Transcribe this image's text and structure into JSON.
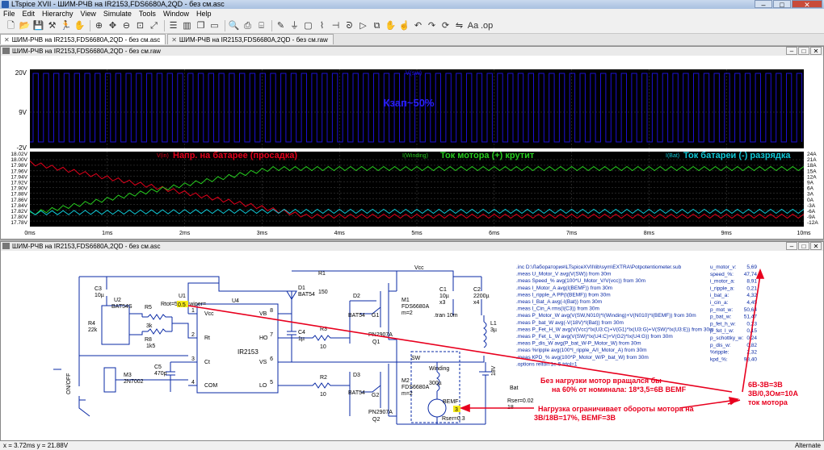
{
  "window": {
    "title": "LTspice XVII - ШИМ-РЧВ на IR2153,FDS6680A,2QD - без см.asc"
  },
  "menu": [
    "File",
    "Edit",
    "Hierarchy",
    "View",
    "Simulate",
    "Tools",
    "Window",
    "Help"
  ],
  "tabs": [
    {
      "label": "ШИМ-РЧВ на IR2153,FDS6680A,2QD - без см.asc",
      "active": true
    },
    {
      "label": "ШИМ-РЧВ на IR2153,FDS6680A,2QD - без см.raw",
      "active": false
    }
  ],
  "waveform": {
    "title": "ШИМ-РЧВ на IR2153,FDS6680A,2QD - без см.raw",
    "top_pane": {
      "trace": "V(sw)",
      "y_ticks": [
        "20V",
        "9V",
        "-2V"
      ],
      "annotation": "Кзап~50%"
    },
    "bottom_pane": {
      "trace_labels": [
        "V(in)",
        "I(Winding)",
        "I(Bat)"
      ],
      "annotations": [
        "Напр. на батарее (просадка)",
        "Ток мотора (+) крутит",
        "Ток батареи (-) разрядка"
      ],
      "y_left": [
        "18.02V",
        "18.00V",
        "17.98V",
        "17.96V",
        "17.94V",
        "17.92V",
        "17.90V",
        "17.88V",
        "17.86V",
        "17.84V",
        "17.82V",
        "17.80V",
        "17.78V"
      ],
      "y_right": [
        "24A",
        "21A",
        "18A",
        "15A",
        "12A",
        "9A",
        "6A",
        "3A",
        "0A",
        "-3A",
        "-6A",
        "-9A",
        "-12A"
      ],
      "x_ticks": [
        "0ms",
        "1ms",
        "2ms",
        "3ms",
        "4ms",
        "5ms",
        "6ms",
        "7ms",
        "8ms",
        "9ms",
        "10ms"
      ]
    }
  },
  "schematic": {
    "title": "ШИМ-РЧВ на IR2153,FDS6680A,2QD - без см.asc",
    "labels": {
      "u1": "U1",
      "rtot": "Rtot=500K wiper=",
      "wiper_val": "0.5",
      "u4": "U4",
      "ir2153": "IR2153",
      "pins_l": [
        "1",
        "2",
        "3",
        "4"
      ],
      "pins_l_name": [
        "Vcc",
        "Rt",
        "Ct",
        "COM"
      ],
      "pins_r": [
        "8",
        "7",
        "6",
        "5"
      ],
      "pins_r_name": [
        "VB",
        "HO",
        "VS",
        "LO"
      ],
      "c3": "C3",
      "c3v": "10µ",
      "u2": "U2",
      "u2v": "BAT54S",
      "r4": "R4",
      "r4v": "22k",
      "r5": "R5",
      "r5v": "3k",
      "r8": "R8",
      "r8v": "1k5",
      "c5": "C5",
      "c5v": "470p",
      "m3": "M3",
      "m3v": "2N7002",
      "onoff": "ON/OFF",
      "r1": "R1",
      "r1v": "150",
      "d1": "D1",
      "d1v": "BAT54",
      "c4": "C4",
      "c4v": "1µ",
      "r3": "R3",
      "r3v": "10",
      "r2": "R2",
      "r2v": "10",
      "d2": "D2",
      "d2v": "BAT54",
      "d3": "D3",
      "d3v": "BAT54",
      "g1": "G1",
      "g2": "G2",
      "q1": "PN2907A",
      "q1n": "Q1",
      "q2": "PN2907A",
      "q2n": "Q2",
      "m1": "M1",
      "m1v": "FDS6680A",
      "m1m": "m=2",
      "m2": "M2",
      "m2v": "FDS6680A",
      "m2m": "m=2",
      "vcc": "Vcc",
      "c1": "C1",
      "c1v": "10µ",
      "c1x": "x3",
      "c2": "C2",
      "c2v": "2200µ",
      "c2x": "x4",
      "tran": ".tran 10m",
      "l1": "L1",
      "l1v": "3µ",
      "sw": "SW",
      "winding": "Winding",
      "winding_v": "300µ",
      "bemf": "BEMF",
      "bemf_v": "3",
      "rser3": "Rser=0.3",
      "bat": "Bat",
      "bat_v": "18V",
      "rser2": "Rser=0.02",
      "eighteen": "18"
    },
    "directives": [
      ".inc D:\\Лаборатория\\LTspiceXVII\\lib\\sym\\EXTRA\\Potpotentiometer.sub",
      ".meas U_Motor_V avg(V(SW)) from 30m",
      ".meas Speed_% avg(100*U_Motor_V/V(vcc)) from 30m",
      ".meas I_Motor_A avg(I(BEMF)) from 30m",
      ".meas I_ripple_A PP(I(BEMF)) from 30m",
      ".meas I_Bat_A avg(-I(Bat)) from 30m",
      ".meas I_Cin_A rms(I(C3)) from 30m",
      ".meas P_Motor_W avg(V(SW,N010)*I(Winding)+V(N010)*I(BEMF)) from 30m",
      ".meas P_bat_W avg(-V(18V)*I(Bat)) from 30m",
      ".meas P_Fet_H_W avg(V(Vcc)*Ix(U3:C)+V(G1)*Ix(U3:G)+V(SW)*Ix(U3:E)) from 30m",
      ".meas P_Fet_L_W avg(V(SW)*Ix(U4:C)+V(G2)*Ix(U4:G)) from 30m",
      ".meas P_dis_W avg(P_bat_W-P_Motor_W) from 30m",
      ".meas %ripple avg(100*I_ripple_A/I_Motor_A) from 30m",
      ".meas КPD_% avg(100*P_Motor_W/P_bat_W) from 30m",
      ".options reltol=1e-5 trtol=1"
    ],
    "meas_results": [
      {
        "name": "u_motor_v:",
        "value": "5,69"
      },
      {
        "name": "speed_%:",
        "value": "47,74"
      },
      {
        "name": "i_motor_a:",
        "value": "8,91"
      },
      {
        "name": "i_ripple_a:",
        "value": "0,21"
      },
      {
        "name": "i_bat_a:",
        "value": "4,32"
      },
      {
        "name": "i_cin_a:",
        "value": "4,45"
      },
      {
        "name": "p_mot_w:",
        "value": "50,64"
      },
      {
        "name": "p_bat_w:",
        "value": "51,47"
      },
      {
        "name": "p_fet_h_w:",
        "value": "0,23"
      },
      {
        "name": "p_fet_l_w:",
        "value": "0,15"
      },
      {
        "name": "p_schottky_w:",
        "value": "0,24"
      },
      {
        "name": "p_dis_w:",
        "value": "0,82"
      },
      {
        "name": "%ripple:",
        "value": "2,32"
      },
      {
        "name": "kpd_%:",
        "value": "98,40"
      }
    ],
    "notes": {
      "n1a": "Без нагрузки мотор вращался бы",
      "n1b": "на 60% от номинала: 18*3,5=6В BEMF",
      "n2a": "Нагрузка ограничивает обороты мотора на",
      "n2b": "3В/18В=17%, BEMF=3В",
      "n3a": "6В-3В=3В",
      "n3b": "3В/0,3Ом=10А",
      "n3c": "ток мотора"
    }
  },
  "status": {
    "coords": "x = 3.72ms   y = 21.88V",
    "mode": "Alternate"
  },
  "colors": {
    "vsw": "#1c0fd6",
    "vin": "#e3001b",
    "winding": "#27cc1f",
    "bat": "#0fc8d6",
    "note": "#e8001e",
    "pane_bg": "#000000"
  }
}
